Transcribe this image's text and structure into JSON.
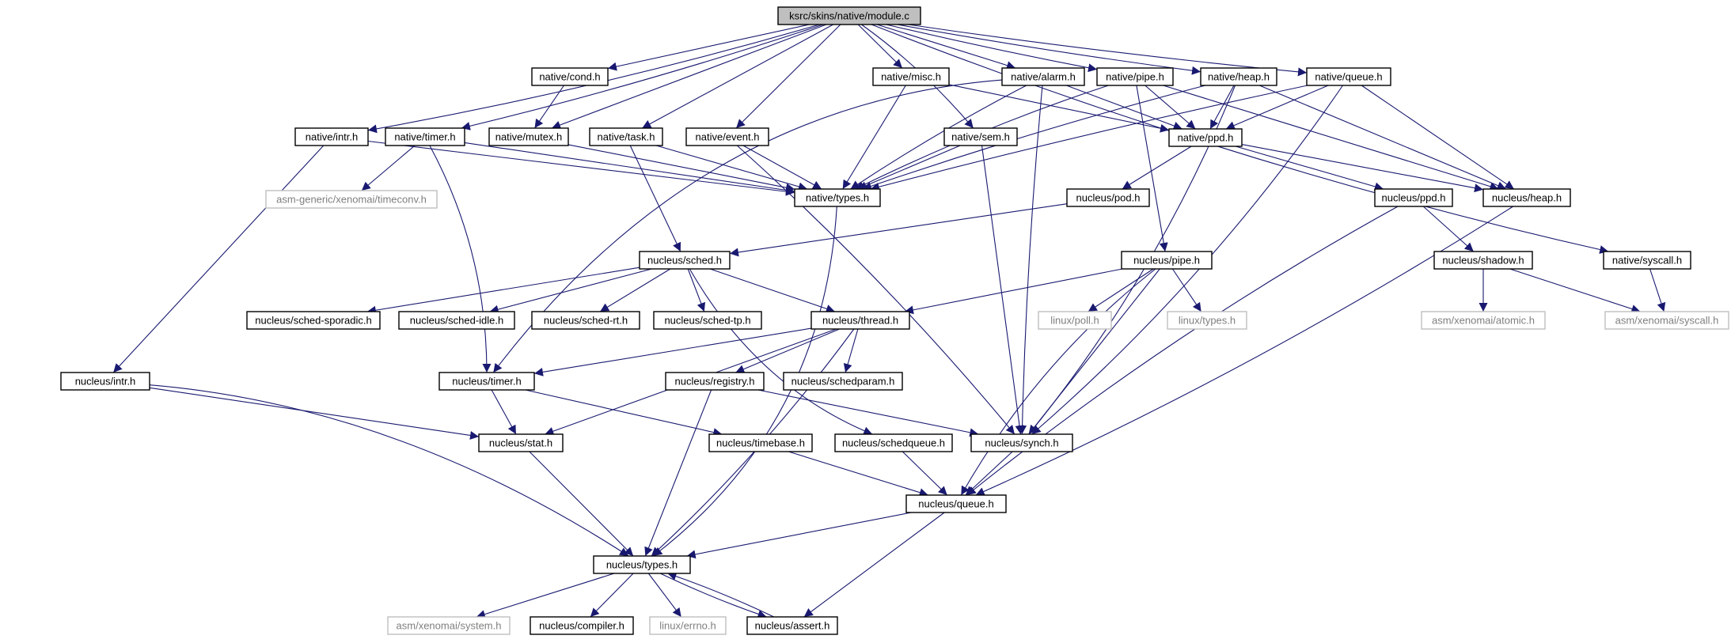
{
  "nodes": [
    {
      "id": "module",
      "label": "ksrc/skins/native/module.c",
      "style": "root"
    },
    {
      "id": "n_intr",
      "label": "native/intr.h",
      "style": "normal"
    },
    {
      "id": "n_timer",
      "label": "native/timer.h",
      "style": "normal"
    },
    {
      "id": "n_cond",
      "label": "native/cond.h",
      "style": "normal"
    },
    {
      "id": "n_mutex",
      "label": "native/mutex.h",
      "style": "normal"
    },
    {
      "id": "n_task",
      "label": "native/task.h",
      "style": "normal"
    },
    {
      "id": "n_event",
      "label": "native/event.h",
      "style": "normal"
    },
    {
      "id": "n_misc",
      "label": "native/misc.h",
      "style": "normal"
    },
    {
      "id": "n_alarm",
      "label": "native/alarm.h",
      "style": "normal"
    },
    {
      "id": "n_sem",
      "label": "native/sem.h",
      "style": "normal"
    },
    {
      "id": "n_pipe",
      "label": "native/pipe.h",
      "style": "normal"
    },
    {
      "id": "n_heap",
      "label": "native/heap.h",
      "style": "normal"
    },
    {
      "id": "n_queue",
      "label": "native/queue.h",
      "style": "normal"
    },
    {
      "id": "n_ppd",
      "label": "native/ppd.h",
      "style": "normal"
    },
    {
      "id": "n_types",
      "label": "native/types.h",
      "style": "normal"
    },
    {
      "id": "n_syscall",
      "label": "native/syscall.h",
      "style": "normal"
    },
    {
      "id": "asm_timeconv",
      "label": "asm-generic/xenomai/timeconv.h",
      "style": "missing"
    },
    {
      "id": "nu_pod",
      "label": "nucleus/pod.h",
      "style": "normal"
    },
    {
      "id": "nu_ppd",
      "label": "nucleus/ppd.h",
      "style": "normal"
    },
    {
      "id": "nu_heap",
      "label": "nucleus/heap.h",
      "style": "normal"
    },
    {
      "id": "nu_sched",
      "label": "nucleus/sched.h",
      "style": "normal"
    },
    {
      "id": "nu_pipe",
      "label": "nucleus/pipe.h",
      "style": "normal"
    },
    {
      "id": "nu_shadow",
      "label": "nucleus/shadow.h",
      "style": "normal"
    },
    {
      "id": "s_sporadic",
      "label": "nucleus/sched-sporadic.h",
      "style": "normal"
    },
    {
      "id": "s_idle",
      "label": "nucleus/sched-idle.h",
      "style": "normal"
    },
    {
      "id": "s_rt",
      "label": "nucleus/sched-rt.h",
      "style": "normal"
    },
    {
      "id": "s_tp",
      "label": "nucleus/sched-tp.h",
      "style": "normal"
    },
    {
      "id": "nu_thread",
      "label": "nucleus/thread.h",
      "style": "normal"
    },
    {
      "id": "l_poll",
      "label": "linux/poll.h",
      "style": "missing"
    },
    {
      "id": "l_types",
      "label": "linux/types.h",
      "style": "missing"
    },
    {
      "id": "asm_atomic",
      "label": "asm/xenomai/atomic.h",
      "style": "missing"
    },
    {
      "id": "asm_syscall",
      "label": "asm/xenomai/syscall.h",
      "style": "missing"
    },
    {
      "id": "nu_intr",
      "label": "nucleus/intr.h",
      "style": "normal"
    },
    {
      "id": "nu_timer",
      "label": "nucleus/timer.h",
      "style": "normal"
    },
    {
      "id": "nu_registry",
      "label": "nucleus/registry.h",
      "style": "normal"
    },
    {
      "id": "nu_schedparam",
      "label": "nucleus/schedparam.h",
      "style": "normal"
    },
    {
      "id": "nu_stat",
      "label": "nucleus/stat.h",
      "style": "normal"
    },
    {
      "id": "nu_timebase",
      "label": "nucleus/timebase.h",
      "style": "normal"
    },
    {
      "id": "nu_schedqueue",
      "label": "nucleus/schedqueue.h",
      "style": "normal"
    },
    {
      "id": "nu_synch",
      "label": "nucleus/synch.h",
      "style": "normal"
    },
    {
      "id": "nu_queue",
      "label": "nucleus/queue.h",
      "style": "normal"
    },
    {
      "id": "nu_types",
      "label": "nucleus/types.h",
      "style": "normal"
    },
    {
      "id": "asm_system",
      "label": "asm/xenomai/system.h",
      "style": "missing"
    },
    {
      "id": "nu_compiler",
      "label": "nucleus/compiler.h",
      "style": "normal"
    },
    {
      "id": "l_errno",
      "label": "linux/errno.h",
      "style": "missing"
    },
    {
      "id": "nu_assert",
      "label": "nucleus/assert.h",
      "style": "normal"
    }
  ],
  "edges": [
    [
      "module",
      "n_intr"
    ],
    [
      "module",
      "n_timer"
    ],
    [
      "module",
      "n_cond"
    ],
    [
      "module",
      "n_mutex"
    ],
    [
      "module",
      "n_task"
    ],
    [
      "module",
      "n_event"
    ],
    [
      "module",
      "n_misc"
    ],
    [
      "module",
      "n_alarm"
    ],
    [
      "module",
      "n_sem"
    ],
    [
      "module",
      "n_pipe"
    ],
    [
      "module",
      "n_heap"
    ],
    [
      "module",
      "n_queue"
    ],
    [
      "module",
      "n_syscall"
    ],
    [
      "n_intr",
      "n_types"
    ],
    [
      "n_intr",
      "nu_intr"
    ],
    [
      "n_timer",
      "n_types"
    ],
    [
      "n_timer",
      "asm_timeconv"
    ],
    [
      "n_timer",
      "nu_timer"
    ],
    [
      "n_cond",
      "n_mutex"
    ],
    [
      "n_mutex",
      "n_types"
    ],
    [
      "n_task",
      "n_types"
    ],
    [
      "n_task",
      "nu_sched"
    ],
    [
      "n_event",
      "n_types"
    ],
    [
      "n_event",
      "nu_synch"
    ],
    [
      "n_misc",
      "n_types"
    ],
    [
      "n_misc",
      "n_ppd"
    ],
    [
      "n_alarm",
      "n_types"
    ],
    [
      "n_alarm",
      "n_ppd"
    ],
    [
      "n_alarm",
      "nu_timer"
    ],
    [
      "n_alarm",
      "nu_synch"
    ],
    [
      "n_sem",
      "n_types"
    ],
    [
      "n_sem",
      "nu_synch"
    ],
    [
      "n_pipe",
      "n_types"
    ],
    [
      "n_pipe",
      "n_ppd"
    ],
    [
      "n_pipe",
      "nu_pipe"
    ],
    [
      "n_pipe",
      "nu_heap"
    ],
    [
      "n_heap",
      "n_types"
    ],
    [
      "n_heap",
      "n_ppd"
    ],
    [
      "n_heap",
      "nu_heap"
    ],
    [
      "n_heap",
      "nu_synch"
    ],
    [
      "n_queue",
      "n_types"
    ],
    [
      "n_queue",
      "n_ppd"
    ],
    [
      "n_queue",
      "nu_heap"
    ],
    [
      "n_queue",
      "nu_synch"
    ],
    [
      "n_ppd",
      "nu_pod"
    ],
    [
      "n_ppd",
      "nu_ppd"
    ],
    [
      "n_ppd",
      "nu_heap"
    ],
    [
      "n_types",
      "nu_types"
    ],
    [
      "n_syscall",
      "asm_syscall"
    ],
    [
      "nu_pod",
      "nu_sched"
    ],
    [
      "nu_ppd",
      "nu_shadow"
    ],
    [
      "nu_ppd",
      "nu_queue"
    ],
    [
      "nu_heap",
      "nu_queue"
    ],
    [
      "nu_shadow",
      "asm_atomic"
    ],
    [
      "nu_shadow",
      "asm_syscall"
    ],
    [
      "nu_sched",
      "s_sporadic"
    ],
    [
      "nu_sched",
      "s_idle"
    ],
    [
      "nu_sched",
      "s_rt"
    ],
    [
      "nu_sched",
      "s_tp"
    ],
    [
      "nu_sched",
      "nu_thread"
    ],
    [
      "nu_sched",
      "nu_schedqueue"
    ],
    [
      "nu_pipe",
      "nu_thread"
    ],
    [
      "nu_pipe",
      "l_poll"
    ],
    [
      "nu_pipe",
      "l_types"
    ],
    [
      "nu_pipe",
      "nu_synch"
    ],
    [
      "nu_pipe",
      "nu_queue"
    ],
    [
      "nu_thread",
      "nu_timer"
    ],
    [
      "nu_thread",
      "nu_registry"
    ],
    [
      "nu_thread",
      "nu_schedparam"
    ],
    [
      "nu_thread",
      "nu_stat"
    ],
    [
      "nu_thread",
      "nu_types"
    ],
    [
      "nu_intr",
      "nu_stat"
    ],
    [
      "nu_intr",
      "nu_types"
    ],
    [
      "nu_timer",
      "nu_stat"
    ],
    [
      "nu_timer",
      "nu_timebase"
    ],
    [
      "nu_registry",
      "nu_synch"
    ],
    [
      "nu_registry",
      "nu_types"
    ],
    [
      "nu_stat",
      "nu_types"
    ],
    [
      "nu_timebase",
      "nu_queue"
    ],
    [
      "nu_schedqueue",
      "nu_queue"
    ],
    [
      "nu_synch",
      "nu_queue"
    ],
    [
      "nu_queue",
      "nu_types"
    ],
    [
      "nu_queue",
      "nu_assert"
    ],
    [
      "nu_types",
      "asm_system"
    ],
    [
      "nu_types",
      "nu_compiler"
    ],
    [
      "nu_types",
      "l_errno"
    ],
    [
      "nu_types",
      "nu_assert"
    ],
    [
      "nu_assert",
      "nu_types"
    ]
  ],
  "colors": {
    "edge": "#191970",
    "node_border": "#000000",
    "missing_border": "#bfbfbf",
    "missing_text": "#7f7f7f",
    "root_fill": "#bfbfbf",
    "node_fill": "#ffffff"
  }
}
